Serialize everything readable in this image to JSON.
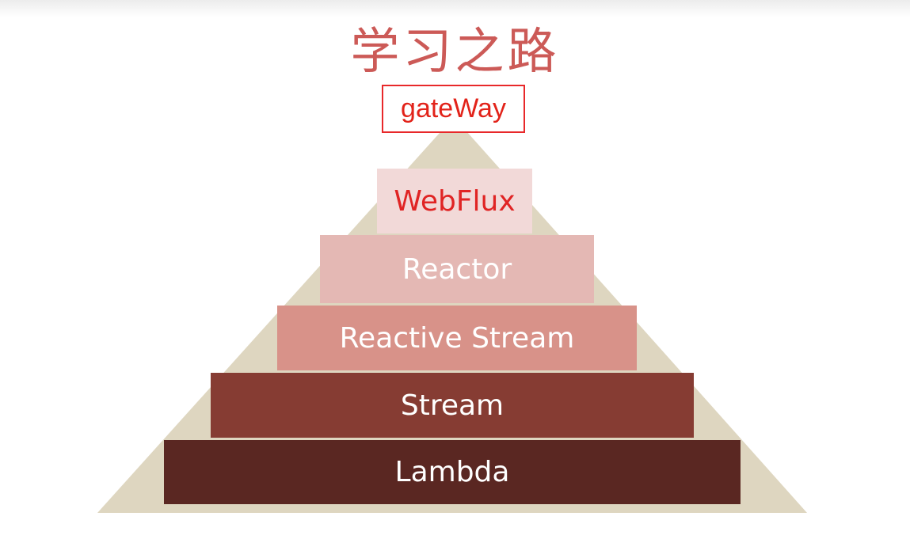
{
  "title": "学习之路",
  "highlight_label": "gateWay",
  "tiers": [
    {
      "label": "WebFlux"
    },
    {
      "label": "Reactor"
    },
    {
      "label": "Reactive Stream"
    },
    {
      "label": "Stream"
    },
    {
      "label": "Lambda"
    }
  ],
  "colors": {
    "title": "#cc5a57",
    "highlight_border": "#e8282a",
    "highlight_text": "#e2231a",
    "pyramid_background": "#ded6c0",
    "tier_1": "#f2d9d8",
    "tier_2": "#e4b8b4",
    "tier_3": "#d89289",
    "tier_4": "#863c33",
    "tier_5": "#5a2722"
  }
}
